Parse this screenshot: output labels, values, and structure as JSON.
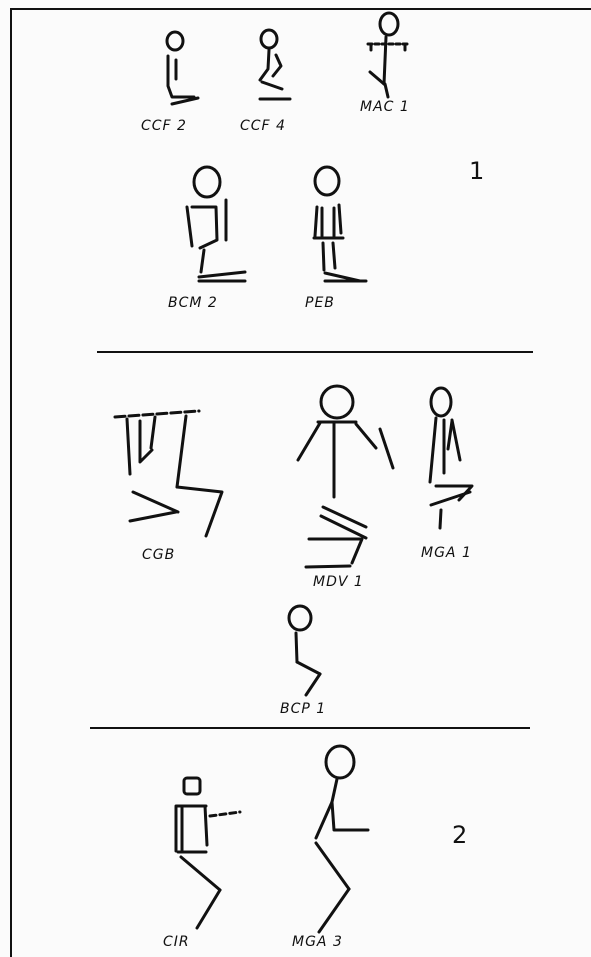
{
  "section_numbers": {
    "first": "1",
    "second": "2"
  },
  "labels": {
    "ccf2": "CCF 2",
    "ccf4": "CCF 4",
    "mac1": "MAC 1",
    "bcm2": "BCM 2",
    "peb": "PEB",
    "cgb": "CGB",
    "mdv1": "MDV 1",
    "mga1": "MGA 1",
    "bcp1": "BCP 1",
    "cir": "CIR",
    "mga3": "MGA 3"
  }
}
